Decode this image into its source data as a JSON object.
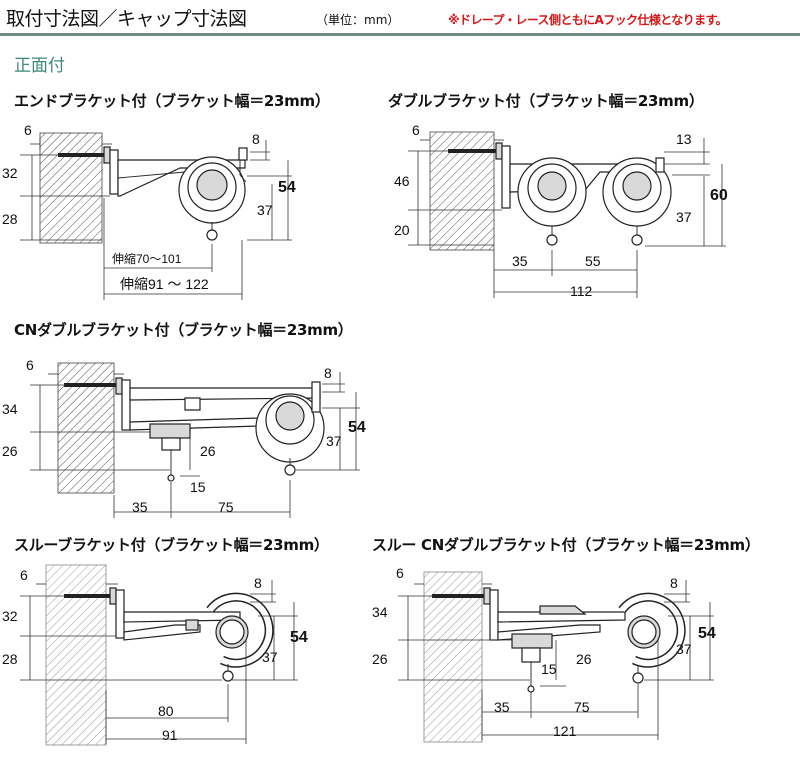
{
  "header": {
    "title": "取付寸法図／キャップ寸法図",
    "unit": "（単位：mm）",
    "note": "※ドレープ・レース側ともにAフック仕様となります。"
  },
  "subtitle": "正面付",
  "diagrams": {
    "end": {
      "title": "エンドブラケット付（ブラケット幅＝23mm）",
      "d_6": "6",
      "d_8": "8",
      "d_32": "32",
      "d_28": "28",
      "d_54": "54",
      "d_37": "37",
      "ext_short": "伸縮70～101",
      "ext_long": "伸縮91 ～ 122"
    },
    "double": {
      "title": "ダブルブラケット付（ブラケット幅＝23mm）",
      "d_6": "6",
      "d_13": "13",
      "d_46": "46",
      "d_20": "20",
      "d_60": "60",
      "d_37": "37",
      "d_35": "35",
      "d_55": "55",
      "d_112": "112"
    },
    "cn_double": {
      "title": "CNダブルブラケット付（ブラケット幅＝23mm）",
      "d_6": "6",
      "d_8": "8",
      "d_34": "34",
      "d_26": "26",
      "d_26b": "26",
      "d_15": "15",
      "d_54": "54",
      "d_37": "37",
      "d_35": "35",
      "d_75": "75"
    },
    "through": {
      "title": "スルーブラケット付（ブラケット幅＝23mm）",
      "d_6": "6",
      "d_8": "8",
      "d_32": "32",
      "d_28": "28",
      "d_54": "54",
      "d_37": "37",
      "d_80": "80",
      "d_91": "91"
    },
    "through_cn": {
      "title": "スルー CNダブルブラケット付（ブラケット幅＝23mm）",
      "d_6": "6",
      "d_8": "8",
      "d_34": "34",
      "d_26": "26",
      "d_26b": "26",
      "d_15": "15",
      "d_54": "54",
      "d_37": "37",
      "d_35": "35",
      "d_75": "75",
      "d_121": "121"
    }
  },
  "colors": {
    "note": "#d51919",
    "accent": "#3e8a78",
    "rule": "#6f8f84"
  }
}
